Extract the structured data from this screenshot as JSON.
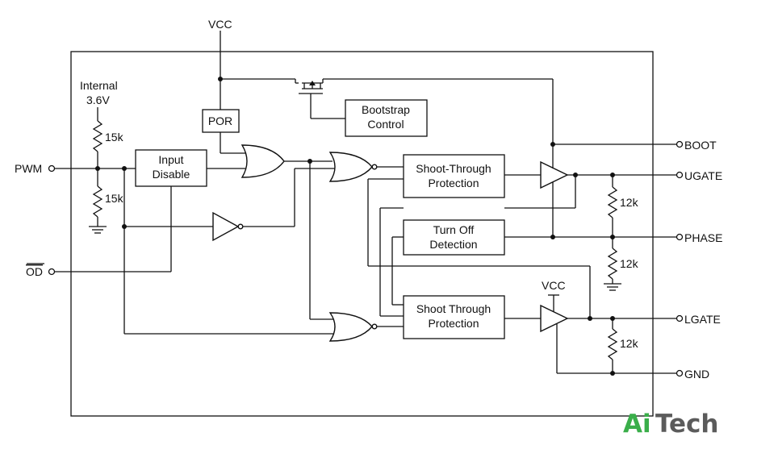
{
  "diagram": {
    "pins": {
      "vcc_top": "VCC",
      "pwm": "PWM",
      "od": "OD",
      "boot": "BOOT",
      "ugate": "UGATE",
      "phase": "PHASE",
      "lgate": "LGATE",
      "gnd": "GND"
    },
    "labels": {
      "internal": "Internal",
      "internal_voltage": "3.6V",
      "r_pullup": "15k",
      "r_pulldown": "15k",
      "r_ugate": "12k",
      "r_phase": "12k",
      "r_lgate": "12k",
      "vcc_lower": "VCC"
    },
    "blocks": {
      "por": "POR",
      "bootstrap_line1": "Bootstrap",
      "bootstrap_line2": "Control",
      "input_disable_line1": "Input",
      "input_disable_line2": "Disable",
      "shoot_through_upper_line1": "Shoot-Through",
      "shoot_through_upper_line2": "Protection",
      "turn_off_line1": "Turn Off",
      "turn_off_line2": "Detection",
      "shoot_through_lower_line1": "Shoot Through",
      "shoot_through_lower_line2": "Protection"
    }
  },
  "watermark": {
    "part1": "Ai",
    "part2": "Tech",
    "colors": {
      "part1": "#3aae4a",
      "part2": "#5b5b5b"
    }
  }
}
